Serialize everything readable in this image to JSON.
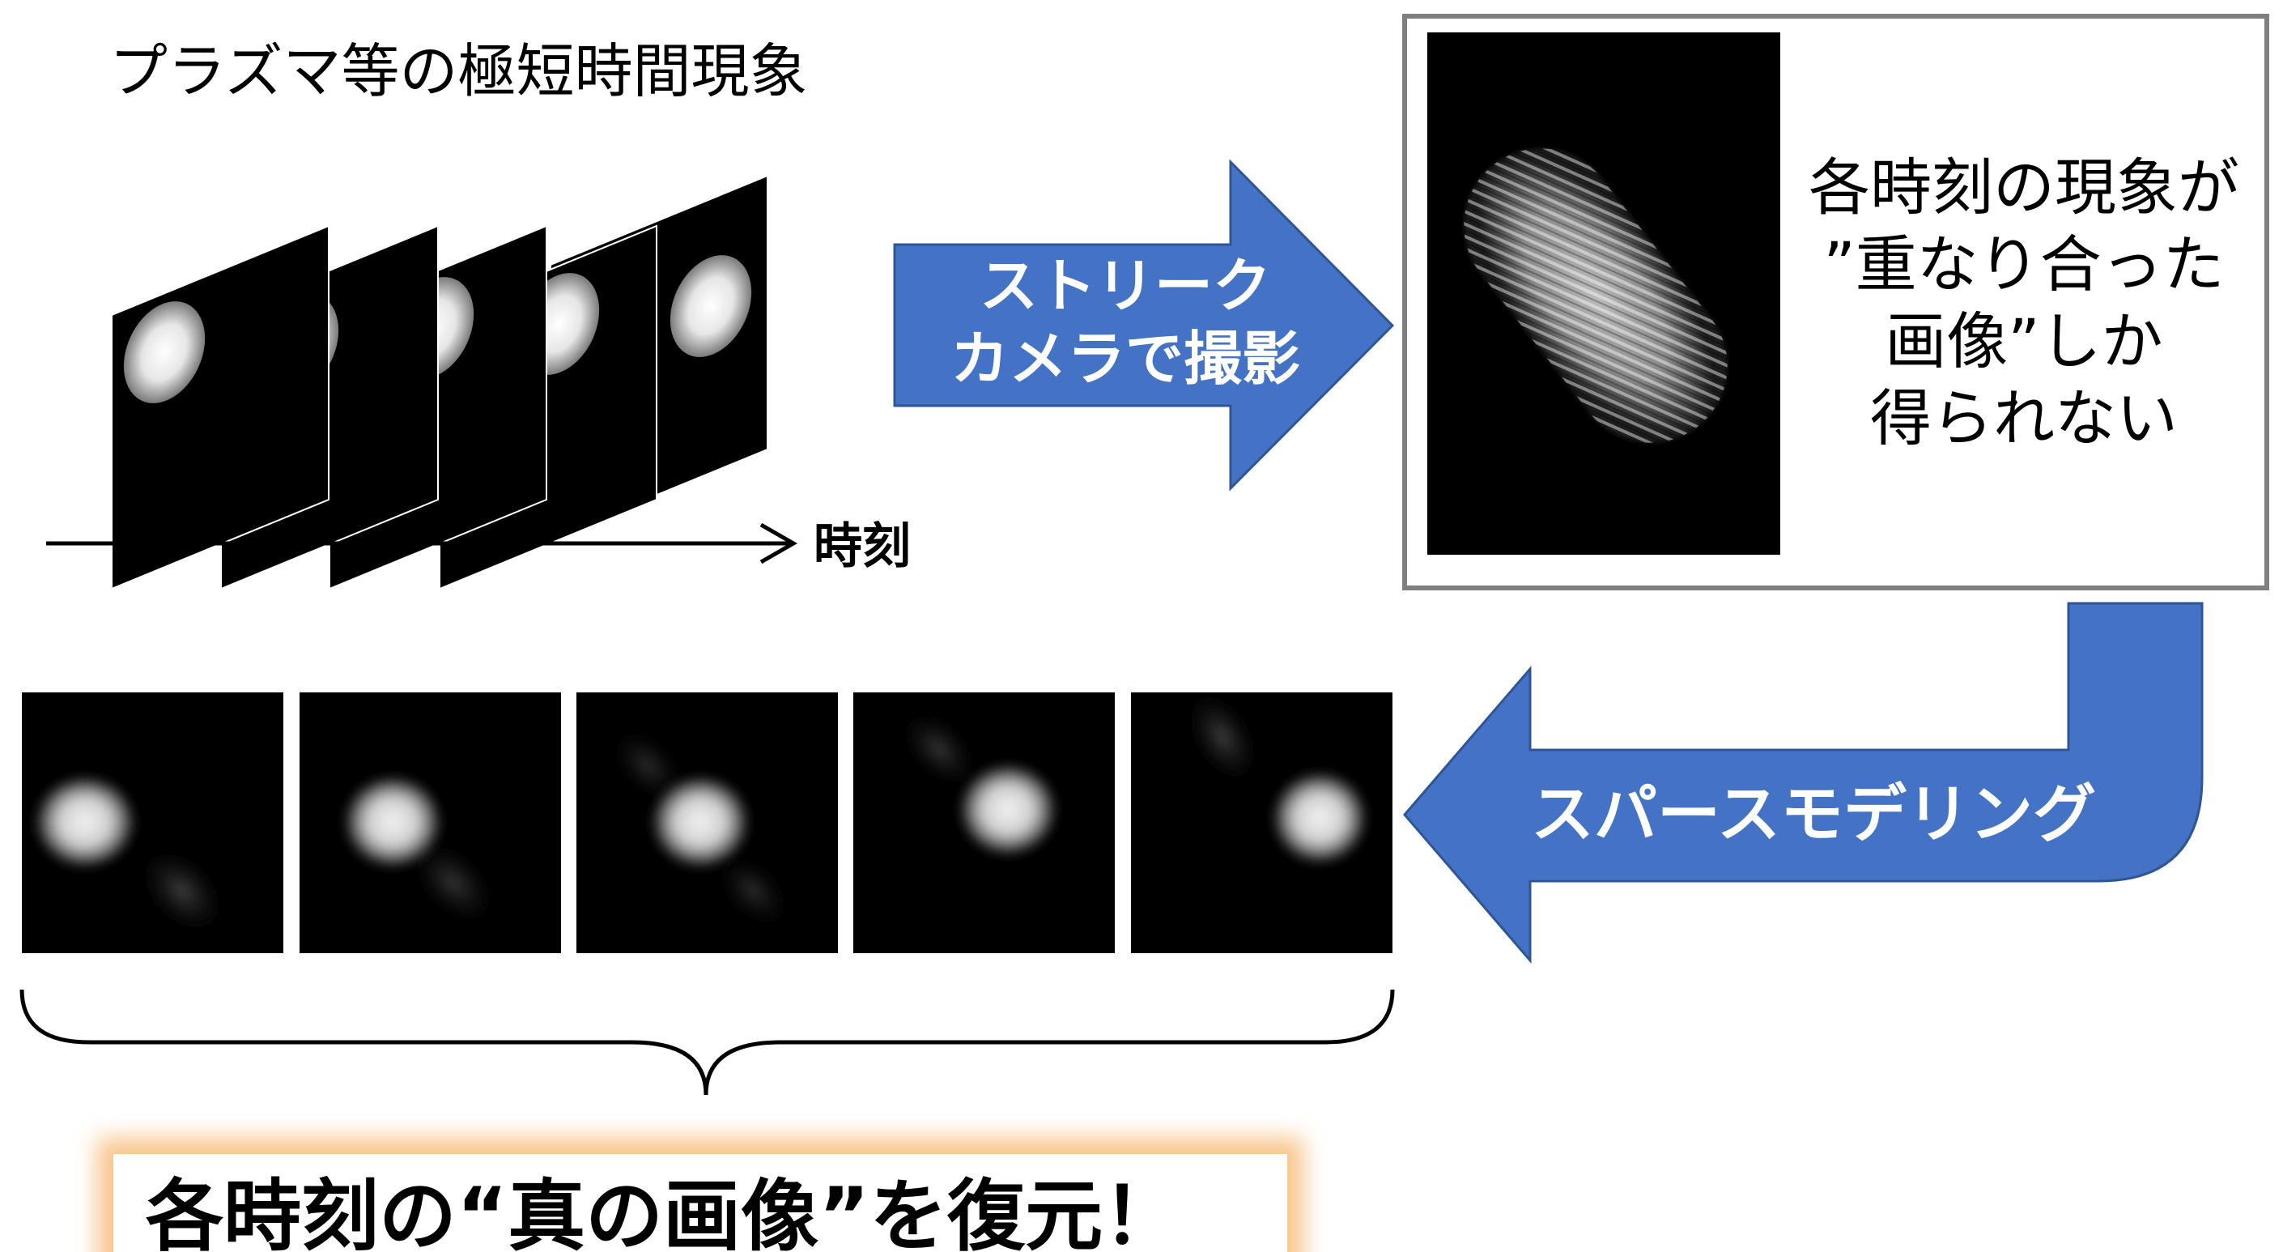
{
  "title": "プラズマ等の極短時間現象",
  "time_axis_label": "時刻",
  "streak_arrow": {
    "line1": "ストリーク",
    "line2": "カメラで撮影"
  },
  "result_box": {
    "line1": "各時刻の現象が",
    "line2": "”重なり合った",
    "line3": "画像”しか",
    "line4": "得られない"
  },
  "sparse_arrow": {
    "label": "スパースモデリング"
  },
  "conclusion": "各時刻の“真の画像”を復元！",
  "colors": {
    "arrow_fill": "#4472c4",
    "arrow_stroke": "#2f5597",
    "box_border": "#7f7f7f",
    "glow": "#f8c58c",
    "frame_bg": "#000000"
  }
}
